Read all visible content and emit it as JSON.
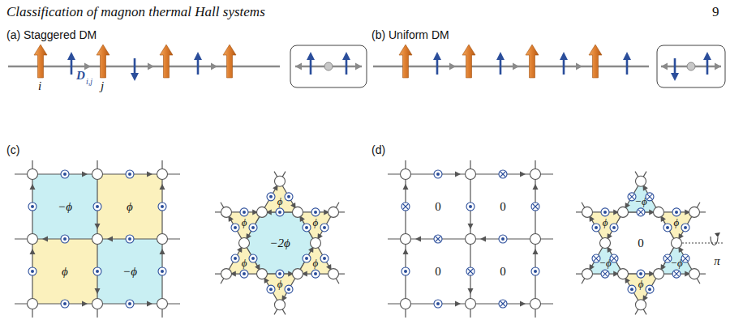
{
  "diagram": {
    "labels": [
      "Classification of magnon thermal Hall systems",
      "9",
      "(a) Staggered DM",
      "(b) Uniform DM",
      "i",
      "D",
      "i,j",
      "j",
      "(c)",
      "(d)",
      "−ϕ",
      "ϕ",
      "ϕ",
      "−ϕ",
      "ϕ",
      "ϕ",
      "ϕ",
      "−2ϕ",
      "ϕ",
      "ϕ",
      "ϕ",
      "0",
      "0",
      "0",
      "0",
      "−ϕ",
      "ϕ",
      "ϕ",
      "0",
      "−ϕ",
      "−ϕ",
      "ϕ",
      "π"
    ]
  }
}
